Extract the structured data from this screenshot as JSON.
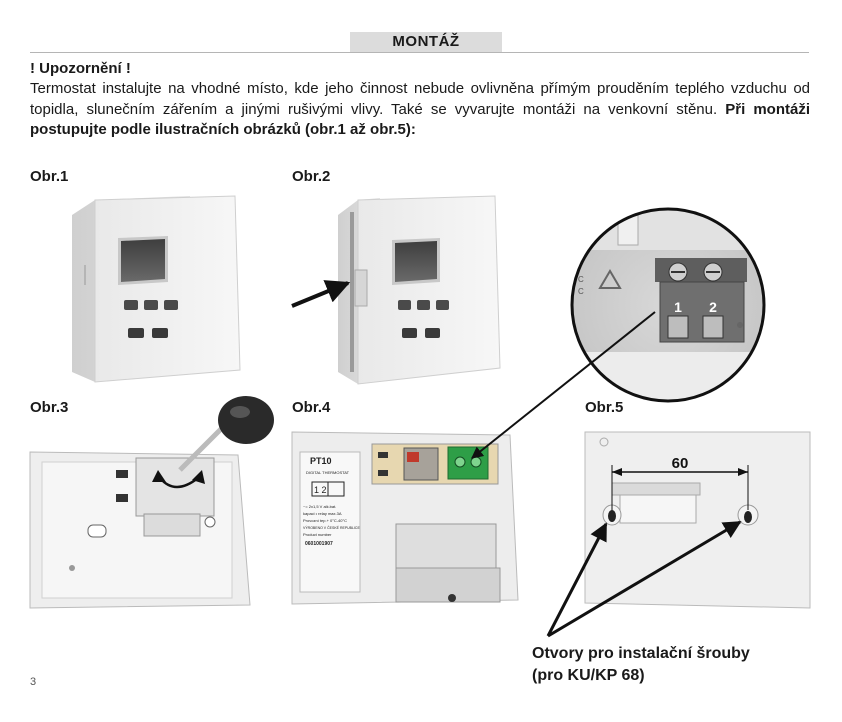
{
  "header": {
    "title": "MONTÁŽ"
  },
  "warning": {
    "heading": "! Upozornění !",
    "text": "Termostat instalujte na vhodné místo, kde jeho činnost nebude ovlivněna přímým prouděním teplého vzduchu od topidla, slunečním zářením a jinými rušivými vlivy. Také se vyvarujte montáži na venkovní stěnu.",
    "instruction": "Při montáži postupujte podle ilustračních obrázků (obr.1 až obr.5):"
  },
  "figures": {
    "fig1": "Obr.1",
    "fig2": "Obr.2",
    "fig3": "Obr.3",
    "fig4": "Obr.4",
    "fig5": "Obr.5"
  },
  "zoom": {
    "terminal_1": "1",
    "terminal_2": "2",
    "edge_c1": "C",
    "edge_c2": "C"
  },
  "device_label": {
    "model": "PT10",
    "subtitle": "DIGITAL THERMOSTAT",
    "terminals": "1 2",
    "line1": "~= 2x1,5 V alk.bat.",
    "line2": "kapaci • relay max.3A",
    "line3": "Provozní tep.+ 0°C-40°C",
    "line4": "VÝROBENO V ČESKÉ REPUBLICE",
    "line5": "Product number",
    "serial": "0601001907"
  },
  "dimension": {
    "value": "60"
  },
  "callout": {
    "line1": "Otvory pro instalační šrouby",
    "line2": "(pro KU/KP 68)"
  },
  "footer": {
    "page_number": "3"
  }
}
